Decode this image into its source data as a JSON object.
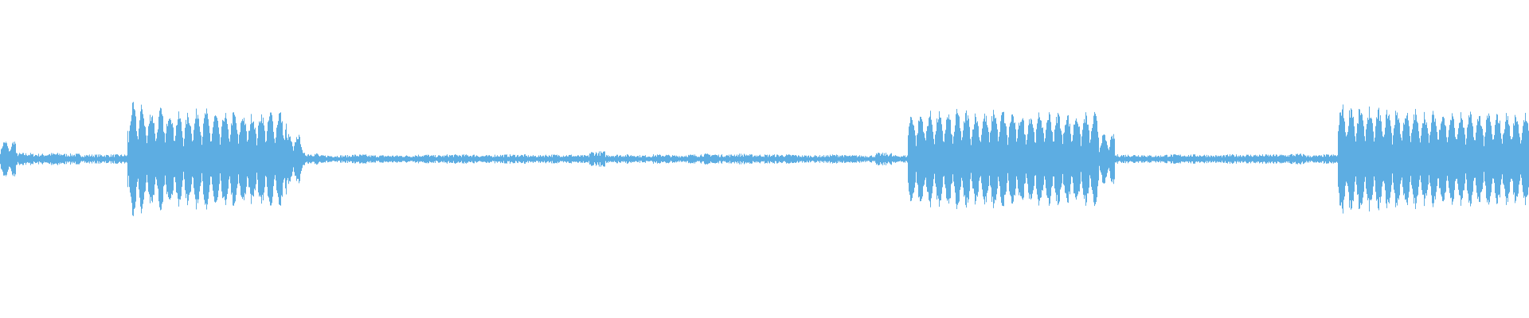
{
  "waveform": {
    "color": "#5dade2",
    "background": "#ffffff",
    "envelope": [
      0.12,
      0.04,
      0.035,
      0.04,
      0.035,
      0.03,
      0.03,
      0.03,
      0.36,
      0.32,
      0.33,
      0.3,
      0.33,
      0.3,
      0.31,
      0.3,
      0.31,
      0.32,
      0.16,
      0.04,
      0.025,
      0.025,
      0.03,
      0.025,
      0.025,
      0.025,
      0.03,
      0.025,
      0.03,
      0.03,
      0.025,
      0.03,
      0.03,
      0.025,
      0.03,
      0.03,
      0.025,
      0.05,
      0.03,
      0.03,
      0.025,
      0.03,
      0.025,
      0.03,
      0.035,
      0.03,
      0.035,
      0.03,
      0.03,
      0.03,
      0.025,
      0.025,
      0.03,
      0.025,
      0.025,
      0.04,
      0.025,
      0.3,
      0.31,
      0.3,
      0.32,
      0.3,
      0.33,
      0.31,
      0.3,
      0.31,
      0.31,
      0.3,
      0.3,
      0.16,
      0.03,
      0.03,
      0.025,
      0.03,
      0.03,
      0.03,
      0.025,
      0.03,
      0.03,
      0.03,
      0.03,
      0.035,
      0.025,
      0.03,
      0.36,
      0.34,
      0.33,
      0.33,
      0.32,
      0.31,
      0.32,
      0.3,
      0.3,
      0.3,
      0.3,
      0.3
    ]
  }
}
